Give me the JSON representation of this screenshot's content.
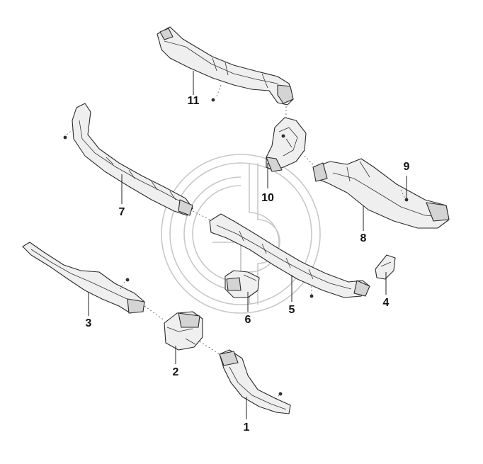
{
  "callouts": [
    {
      "id": "1",
      "label": "1"
    },
    {
      "id": "2",
      "label": "2"
    },
    {
      "id": "3",
      "label": "3"
    },
    {
      "id": "4",
      "label": "4"
    },
    {
      "id": "5",
      "label": "5"
    },
    {
      "id": "6",
      "label": "6"
    },
    {
      "id": "7",
      "label": "7"
    },
    {
      "id": "8",
      "label": "8"
    },
    {
      "id": "9",
      "label": "9"
    },
    {
      "id": "10",
      "label": "10"
    },
    {
      "id": "11",
      "label": "11"
    }
  ],
  "colors": {
    "part_fill": "#efefef",
    "line": "#2a2a2a",
    "watermark": "#c8c8c8"
  }
}
